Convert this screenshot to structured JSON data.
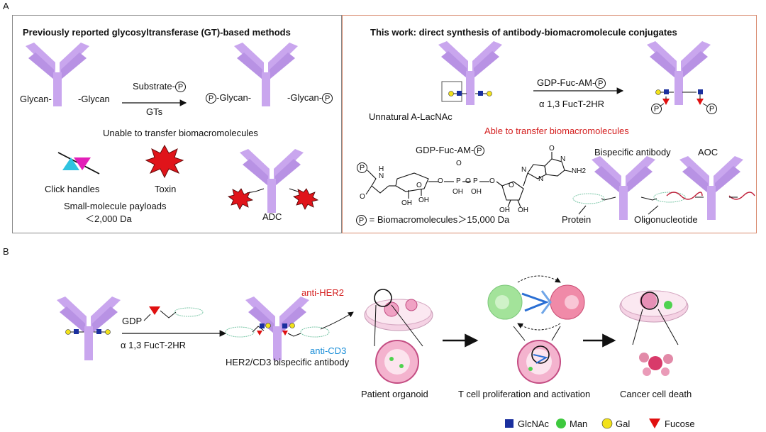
{
  "panel_labels": {
    "a": "A",
    "b": "B"
  },
  "left_panel": {
    "title": "Previously  reported glycosyltransferase (GT)-based methods",
    "glycan_left": "Glycan-",
    "glycan_right": "-Glycan",
    "substrate": "Substrate-",
    "gts": "GTs",
    "p_glycan_left": "-Glycan-",
    "p_glycan_right": "-Glycan-",
    "unable": "Unable to transfer biomacromolecules",
    "click_handles": "Click handles",
    "toxin": "Toxin",
    "small_molecule": "Small-molecule payloads",
    "size_limit": "＜2,000 Da",
    "adc": "ADC"
  },
  "right_panel": {
    "title": "This work: direct synthesis of  antibody-biomacromolecule conjugates",
    "donor": "GDP-Fuc-AM-",
    "enzyme": "α 1,3 FucT-2HR",
    "unnatural": "Unnatural A-LacNAc",
    "able": "Able to transfer biomacromolecules",
    "gdp_fuc_am": "GDP-Fuc-AM-",
    "bispecific": "Bispecific antibody",
    "aoc": "AOC",
    "equals": "= Biomacromolecules＞15,000 Da",
    "protein": "Protein",
    "oligo": "Oligonucleotide",
    "chem": {
      "NH2": "NH2",
      "N": "N",
      "O": "O",
      "H": "H",
      "OH": "OH",
      "P": "P"
    }
  },
  "circled_p": "P",
  "panel_b": {
    "gdp": "GDP",
    "enzyme": "α 1,3 FucT-2HR",
    "anti_her2": "anti-HER2",
    "anti_cd3": "anti-CD3",
    "bispecific": "HER2/CD3 bispecific antibody",
    "organoid": "Patient organoid",
    "tcell": "T cell proliferation and activation",
    "death": "Cancer cell death"
  },
  "legend": [
    {
      "label": "GlcNAc",
      "shape": "square",
      "color": "#1a2f9e"
    },
    {
      "label": "Man",
      "shape": "circle",
      "color": "#3ec93e"
    },
    {
      "label": "Gal",
      "shape": "circle",
      "color": "#f2e21a"
    },
    {
      "label": "Fucose",
      "shape": "triangle",
      "color": "#e01010"
    }
  ],
  "colors": {
    "antibody": "#c9a6ee",
    "antibody_dark": "#a884d8",
    "red_text": "#d42020",
    "blue_text": "#1a8ed8",
    "panel_border": "#d98a6e",
    "toxin": "#e0141a"
  }
}
